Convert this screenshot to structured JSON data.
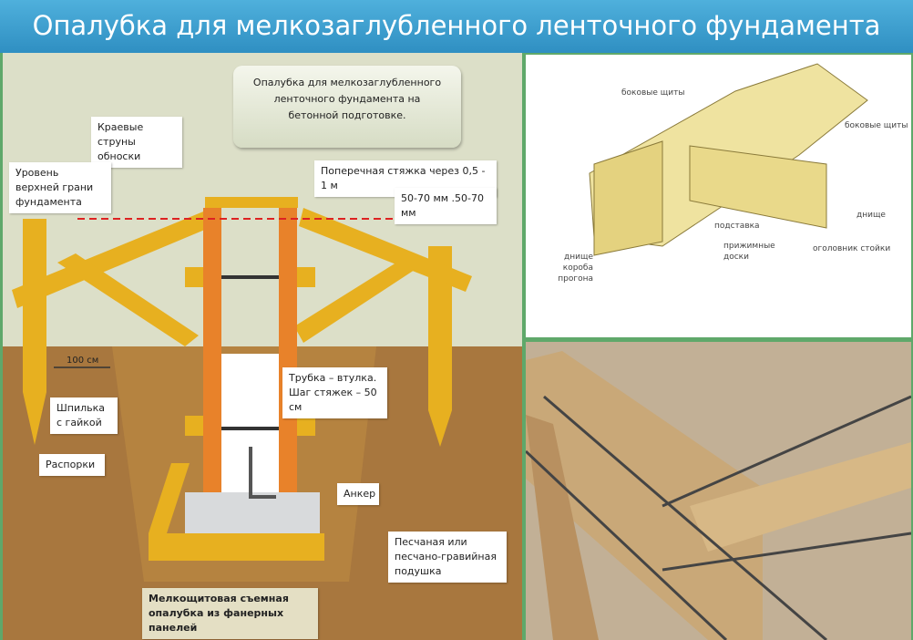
{
  "title": "Опалубка для мелкозаглубленного ленточного фундамента",
  "left_diagram": {
    "bubble": "Опалубка для мелкозаглубленного ленточного фундамента на бетонной подготовке.",
    "edge_strings": "Краевые струны обноски",
    "top_level": "Уровень верхней грани фундамента",
    "cross_tie": "Поперечная стяжка через 0,5 - 1 м",
    "offset": "50-70 мм .50-70 мм",
    "distance": "100 см",
    "stud": "Шпилька с гайкой",
    "struts": "Распорки",
    "tube": "Трубка – втулка. Шаг стяжек – 50 см",
    "anchor": "Анкер",
    "cushion": "Песчаная или песчано-гравийная подушка",
    "formwork": "Мелкощитовая съемная опалубка из фанерных панелей"
  },
  "right_diagram": {
    "side_panels_1": "боковые щиты",
    "side_panels_2": "боковые щиты",
    "bottom": "днище",
    "stand": "подставка",
    "clamp_boards": "прижимные доски",
    "post_head": "оголовник стойки",
    "box_bottom": "днище короба прогона"
  },
  "colors": {
    "title_bar": "#3a9fd0",
    "sky": "#dcdfc8",
    "ground": "#a8773e",
    "wood": "#e7b020",
    "panel": "#e8822a"
  }
}
